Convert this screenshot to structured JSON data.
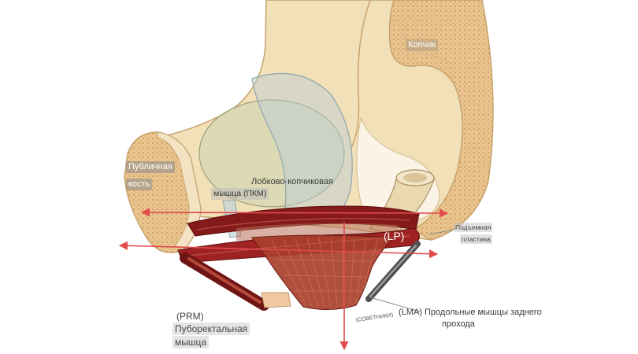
{
  "labels": {
    "coccyx": "Копчик",
    "pubic_bone": {
      "line1": "Публичная",
      "line2": "кость"
    },
    "pubococcygeus": {
      "line1": "Лобково-копчиковая",
      "line2": "мышца (ПКМ)"
    },
    "levator_plate_abbr": "(LP)",
    "levator_plate": {
      "line1": "Подъемная",
      "line2": "пластина"
    },
    "puborectalis_abbr": "(PRM)",
    "puborectalis": {
      "line1": "Пуборектальная",
      "line2": "мышца"
    },
    "advisers": "(СОВЕТНИКИ)",
    "lma": {
      "line1": "(LMA) Продольные мышцы заднего",
      "line2": "прохода"
    }
  },
  "colors": {
    "bone": "#f2e0b8",
    "bone_outline": "#c7a36f",
    "muscle_dark": "#841a1a",
    "muscle_mid": "#9e2222",
    "muscle_fan": "#a8402c",
    "arrow": "#e24b4b",
    "bladder": "#cdd3b0",
    "organ": "#b8cdd8",
    "rectum": "#ead8b0"
  }
}
